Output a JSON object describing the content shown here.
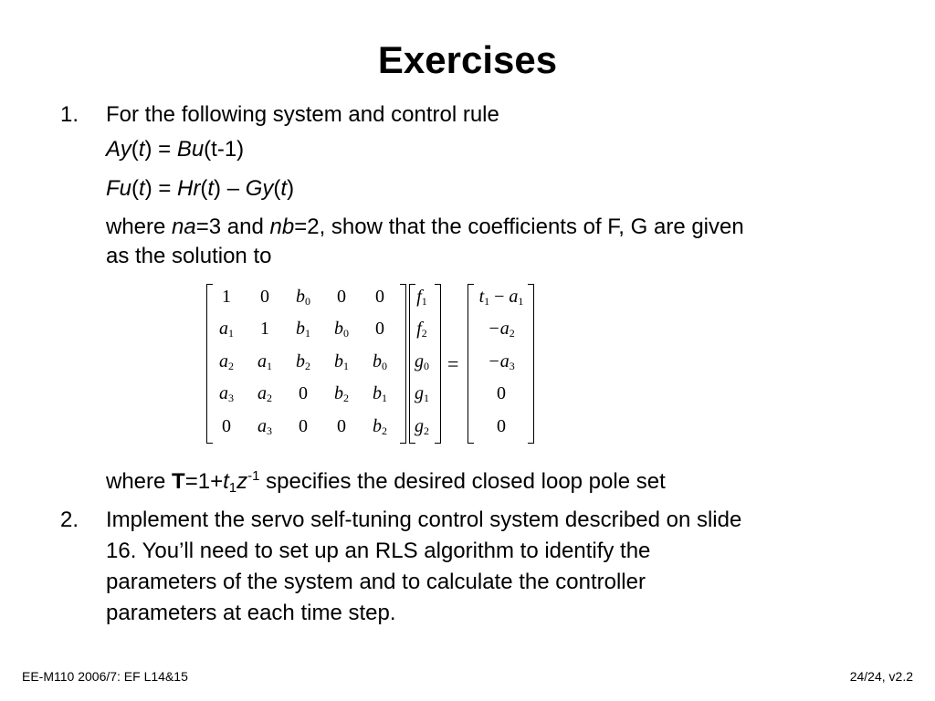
{
  "slide": {
    "title": "Exercises",
    "item1": {
      "number": "1.",
      "intro": "For the following system and control rule",
      "eq1": {
        "a": "Ay",
        "b": "(",
        "c": "t",
        "d": ") = ",
        "e": "Bu",
        "f": "(t-1)"
      },
      "eq2": {
        "a": "Fu",
        "b": "(",
        "c": "t",
        "d": ") = ",
        "e": "Hr",
        "f": "(",
        "g": "t",
        "h": ") – ",
        "i": "Gy",
        "j": "(",
        "k": "t",
        "l": ")"
      },
      "where_line": {
        "a": "where ",
        "b": "na",
        "c": "=3 and ",
        "d": "nb",
        "e": "=2, show that the coefficients of F, G are given"
      },
      "where_line2": "as the solution to",
      "pole_line": {
        "a": "where ",
        "b": "T",
        "c": "=1+",
        "d": "t",
        "e": "1",
        "f": "z",
        "g": "-1",
        "h": " specifies the desired closed loop pole set"
      }
    },
    "matrix": {
      "rows": [
        [
          [
            "1",
            ""
          ],
          [
            "0",
            ""
          ],
          [
            "b",
            "0"
          ],
          [
            "0",
            ""
          ],
          [
            "0",
            ""
          ]
        ],
        [
          [
            "a",
            "1"
          ],
          [
            "1",
            ""
          ],
          [
            "b",
            "1"
          ],
          [
            "b",
            "0"
          ],
          [
            "0",
            ""
          ]
        ],
        [
          [
            "a",
            "2"
          ],
          [
            "a",
            "1"
          ],
          [
            "b",
            "2"
          ],
          [
            "b",
            "1"
          ],
          [
            "b",
            "0"
          ]
        ],
        [
          [
            "a",
            "3"
          ],
          [
            "a",
            "2"
          ],
          [
            "0",
            ""
          ],
          [
            "b",
            "2"
          ],
          [
            "b",
            "1"
          ]
        ],
        [
          [
            "0",
            ""
          ],
          [
            "a",
            "3"
          ],
          [
            "0",
            ""
          ],
          [
            "0",
            ""
          ],
          [
            "b",
            "2"
          ]
        ]
      ],
      "unknowns": [
        [
          "f",
          "1"
        ],
        [
          "f",
          "2"
        ],
        [
          "g",
          "0"
        ],
        [
          "g",
          "1"
        ],
        [
          "g",
          "2"
        ]
      ],
      "equals": "=",
      "rhs": [
        {
          "a": "t",
          "as": "1",
          "op": " − ",
          "b": "a",
          "bs": "1"
        },
        {
          "a": "−a",
          "as": "2"
        },
        {
          "a": "−a",
          "as": "3"
        },
        {
          "a": "0",
          "as": ""
        },
        {
          "a": "0",
          "as": ""
        }
      ]
    },
    "item2": {
      "number": "2.",
      "lines": [
        "Implement the servo self-tuning control system described on slide",
        "16.  You’ll need to set up an RLS algorithm to identify the",
        "parameters of the system and to calculate the controller",
        "parameters at each time step."
      ]
    },
    "footer": {
      "left": "EE-M110 2006/7: EF L14&15",
      "right": "24/24, v2.2"
    }
  }
}
